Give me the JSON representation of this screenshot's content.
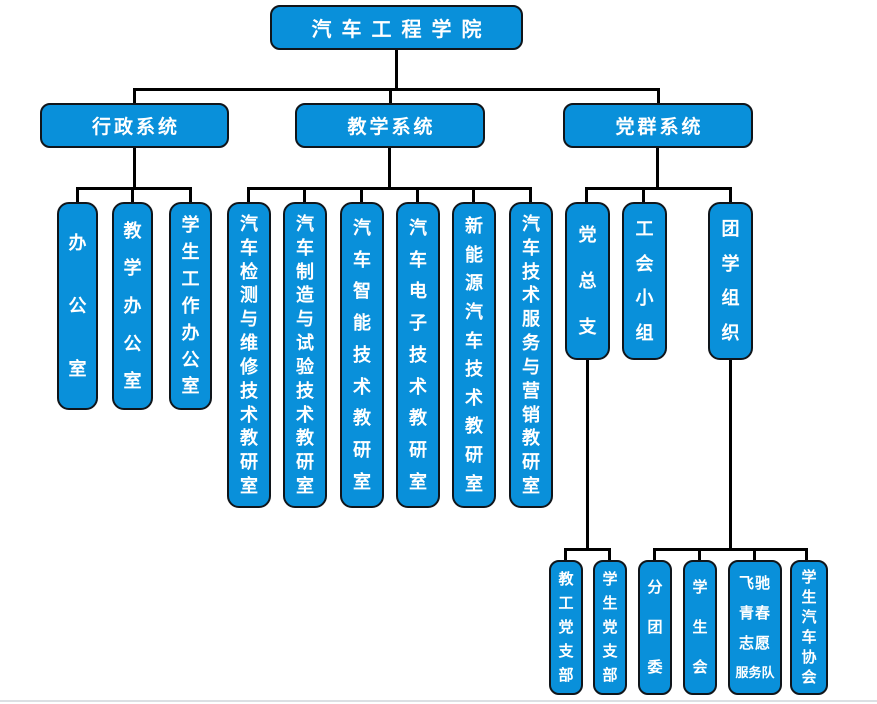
{
  "chart": {
    "type": "org-chart",
    "title": "汽车工程学院",
    "root": {
      "label": "汽车工程学院"
    },
    "systems": {
      "admin": {
        "label": "行政系统",
        "children": [
          {
            "label": "办公室"
          },
          {
            "label": "教学办公室"
          },
          {
            "label": "学生工作办公室"
          }
        ]
      },
      "teaching": {
        "label": "教学系统",
        "children": [
          {
            "label": "汽车检测与维修技术教研室"
          },
          {
            "label": "汽车制造与试验技术教研室"
          },
          {
            "label": "汽车智能技术教研室"
          },
          {
            "label": "汽车电子技术教研室"
          },
          {
            "label": "新能源汽车技术教研室"
          },
          {
            "label": "汽车技术服务与营销教研室"
          }
        ]
      },
      "party": {
        "label": "党群系统",
        "children": [
          {
            "label": "党总支",
            "children": [
              {
                "label": "教工党支部"
              },
              {
                "label": "学生党支部"
              }
            ]
          },
          {
            "label": "工会小组"
          },
          {
            "label": "团学组织",
            "children": [
              {
                "label": "分团委"
              },
              {
                "label": "学生会"
              },
              {
                "label": "飞驰青春志愿服务队",
                "lines": [
                  "飞驰",
                  "青春",
                  "志愿",
                  "服务队"
                ]
              },
              {
                "label": "学生汽车协会"
              }
            ]
          }
        ]
      }
    },
    "colors": {
      "node_fill": "#0990da",
      "node_border": "#10151a",
      "node_text": "#ffffff",
      "connector": "#000000",
      "background": "#ffffff"
    }
  }
}
